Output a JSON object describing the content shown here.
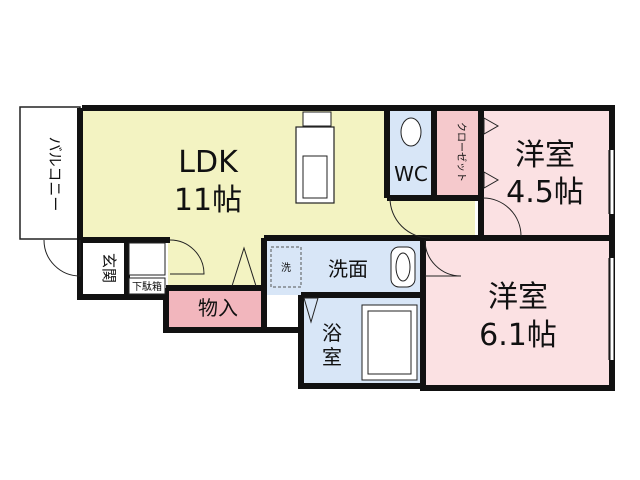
{
  "rooms": {
    "balcony": "バルコニー",
    "ldk_name": "LDK",
    "ldk_size": "11帖",
    "wc": "WC",
    "closet": "クローゼット",
    "western1_name": "洋室",
    "western1_size": "4.5帖",
    "western2_name": "洋室",
    "western2_size": "6.1帖",
    "entrance": "玄関",
    "shoe_box": "下駄箱",
    "storage": "物入",
    "washer": "洗",
    "washroom": "洗面",
    "bath_1": "浴",
    "bath_2": "室"
  },
  "colors": {
    "ldk": "#f3f3c2",
    "wet": "#d8e6f7",
    "bedroom": "#fbe1e3",
    "closet": "#f5c9cc",
    "storage": "#f2b6bd",
    "balcony": "#ffffff",
    "wall": "#111111"
  }
}
